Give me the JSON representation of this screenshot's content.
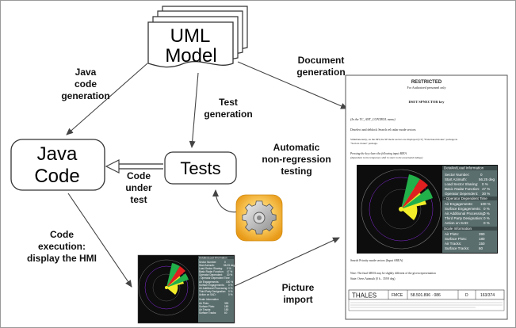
{
  "nodes": {
    "uml_line1": "UML",
    "uml_line2": "Model",
    "java_line1": "Java",
    "java_line2": "Code",
    "tests": "Tests"
  },
  "edges": {
    "java_gen": [
      "Java",
      "code",
      "generation"
    ],
    "test_gen": [
      "Test",
      "generation"
    ],
    "doc_gen": [
      "Document",
      "generation"
    ],
    "auto_test": [
      "Automatic",
      "non-regression",
      "testing"
    ],
    "code_under_test": [
      "Code",
      "under",
      "test"
    ],
    "code_exec": [
      "Code",
      "execution:",
      "display the HMI"
    ],
    "picture_import": [
      "Picture",
      "import"
    ]
  },
  "document": {
    "header": "RESTRICTED",
    "subheader": "For Authorized personnel only",
    "section_title": "DSET SPNECTOR key",
    "line1": "(In the TC_ANT_CONTROL menu)",
    "line2": "Deselect and deblock Search rel radar mode sectors",
    "line3": "Simultaneously, on the PPI, the SP mode sectors are displayed (CT) \"Functional modes\" package in",
    "line4": "\"Sectors Zones\" package.",
    "line5": "Pressing the key clears the following input AREA",
    "line6": "(dependent to the temporary shift in store in the associated sidings)",
    "caption1": "Search Priority mode sectors (Input AREA)",
    "note1": "Note: The final AREA may be slightly different of the given representation",
    "note2": "State: Overs Azimuth (0 h .. 359.9 deg)",
    "footer_logo": "THALES",
    "footer_code": "FMCE",
    "footer_ref": "58.501.896 · 086",
    "footer_rev": "D",
    "footer_page": "163/374"
  },
  "hmi_panel": {
    "header": "DetailedLoad Information",
    "rows": [
      {
        "label": "Sector Number:",
        "value": "0"
      },
      {
        "label": "Start Azimuth:",
        "value": "56.25  deg"
      },
      {
        "label": "Load Sector Sharing:",
        "value": "0   %"
      },
      {
        "label": "Basic Radar Function:",
        "value": "47   %"
      },
      {
        "label": "Operator Dependent:",
        "value": "30   %"
      }
    ],
    "sub_header": "- Operator Dependent Time",
    "rows2": [
      {
        "label": "Air Engagements:",
        "value": "100   %"
      },
      {
        "label": "Surface Engagements:",
        "value": "0   %"
      },
      {
        "label": "Air Additional Processing:",
        "value": "0   %"
      },
      {
        "label": "Third Party Designation:",
        "value": "0   %"
      },
      {
        "label": "Action on SAD:",
        "value": "0   %"
      }
    ],
    "scale_header": "Scale Information",
    "rows3": [
      {
        "label": "Air Plots:",
        "value": "390"
      },
      {
        "label": "Surface Plots:",
        "value": "180"
      },
      {
        "label": "Air Tracks:",
        "value": "150"
      },
      {
        "label": "Surface Tracks:",
        "value": "60"
      }
    ]
  },
  "colors": {
    "arrow": "#444444",
    "radar_bg": "#0d0d0d",
    "radar_yellow": "#f4ee2a",
    "radar_green": "#22b04a",
    "radar_red": "#e02020",
    "panel_bg": "#5a6e6e",
    "gear_bg": "#f7b63a"
  },
  "icons": [
    "gear-icon",
    "stacked-documents-shape",
    "rounded-rectangle-shape"
  ]
}
